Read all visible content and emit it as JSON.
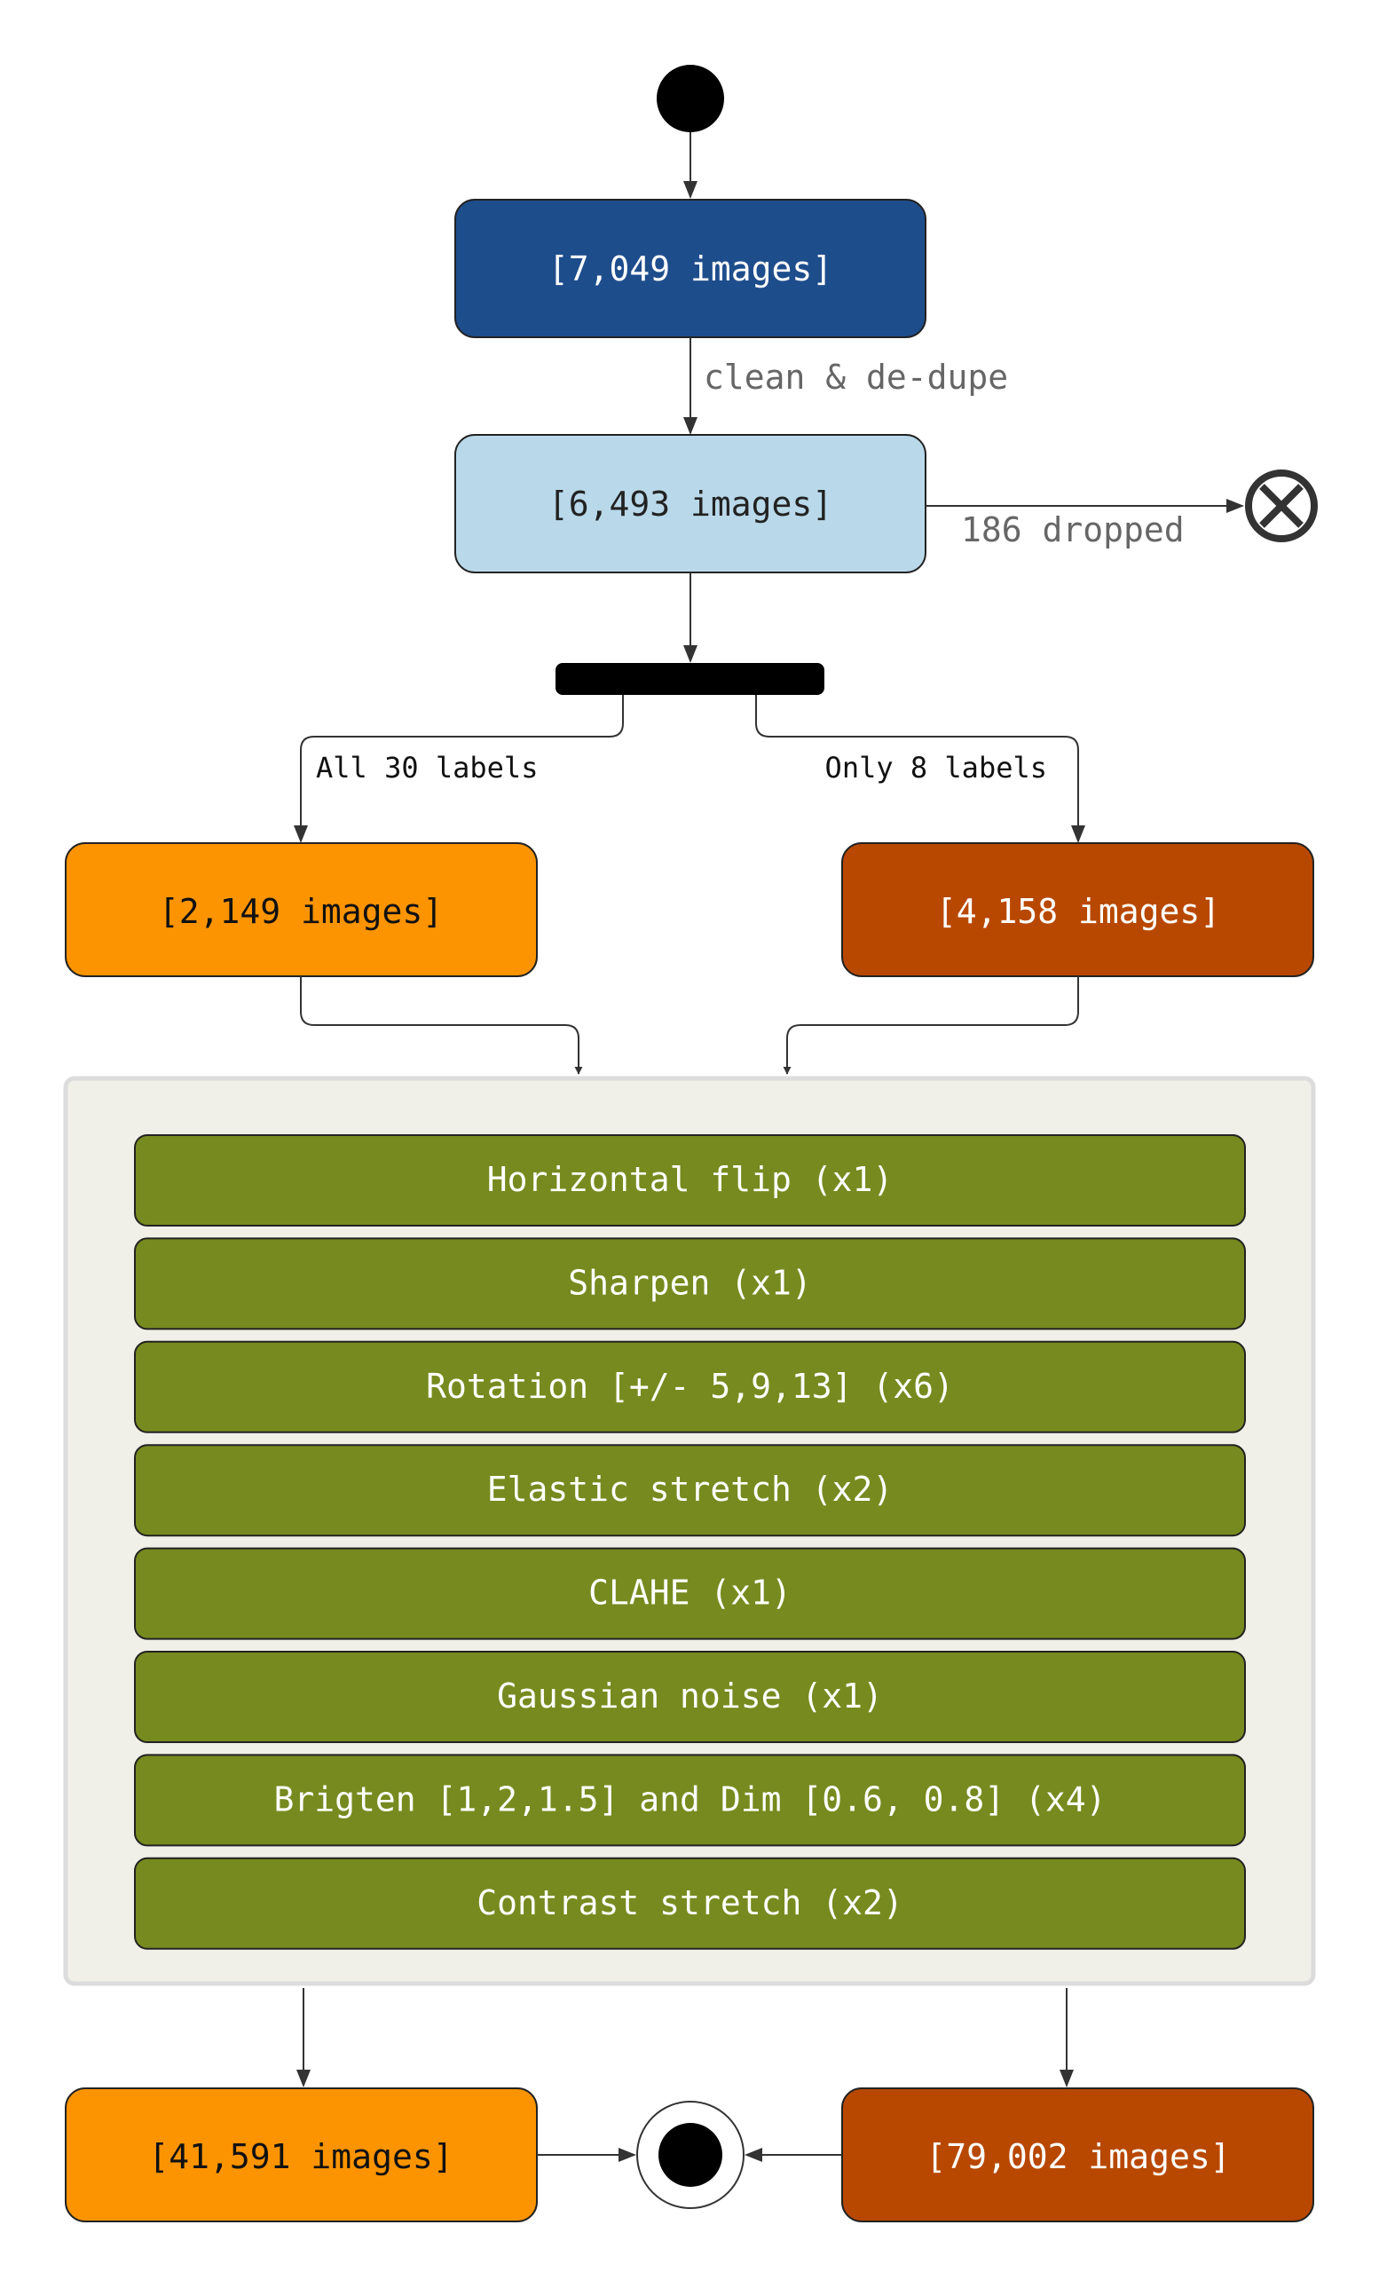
{
  "nodes": {
    "source": {
      "label": "[7,049 images]",
      "fill": "#1e4d8c",
      "text_color": "#ffffff"
    },
    "cleaned": {
      "label": "[6,493 images]",
      "fill": "#b9d9ea",
      "text_color": "#222222"
    },
    "all_labels_set": {
      "label": "[2,149 images]",
      "fill": "#fb9400",
      "text_color": "#111111"
    },
    "eight_labels_set": {
      "label": "[4,158 images]",
      "fill": "#b84800",
      "text_color": "#ffffff"
    },
    "all_labels_augmented": {
      "label": "[41,591 images]",
      "fill": "#fb9400",
      "text_color": "#111111"
    },
    "eight_labels_augmented": {
      "label": "[79,002 images]",
      "fill": "#b84800",
      "text_color": "#ffffff"
    }
  },
  "edges": {
    "clean_dedupe": "clean & de-dupe",
    "dropped": "186 dropped",
    "all_labels": "All 30 labels",
    "only_8_labels": "Only 8 labels"
  },
  "augmentations": {
    "fill": "#778a1f",
    "container_fill": "#f0f0e8",
    "steps": [
      "Horizontal flip (x1)",
      "Sharpen (x1)",
      "Rotation [+/- 5,9,13] (x6)",
      "Elastic stretch (x2)",
      "CLAHE (x1)",
      "Gaussian noise (x1)",
      "Brigten [1,2,1.5] and Dim [0.6, 0.8] (x4)",
      "Contrast stretch (x2)"
    ]
  }
}
